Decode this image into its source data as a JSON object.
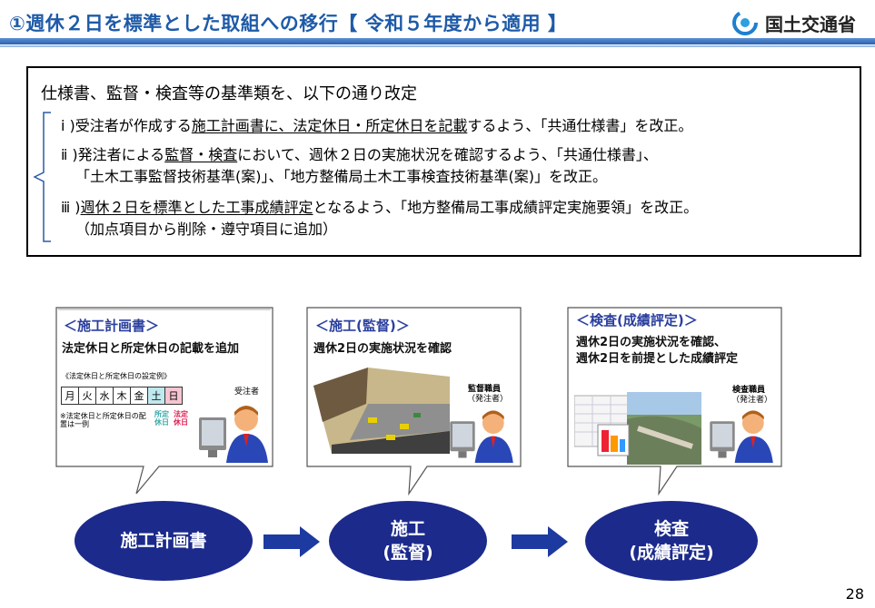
{
  "header": {
    "title": "①週休２日を標準とした取組への移行【 令和５年度から適用 】",
    "ministry": "国土交通省",
    "logo_icon": "mlit-logo-icon"
  },
  "rules": {
    "heading": "仕様書、監督・検査等の基準類を、以下の通り改定",
    "items": [
      {
        "prefix": "ⅰ )",
        "t1": "受注者が作成する",
        "u1": "施工計画書に、法定休日・所定休日を記載",
        "t2": "するよう、「共通仕様書」を改正。"
      },
      {
        "prefix": "ⅱ )",
        "t1": "発注者による",
        "u1": "監督・検査",
        "t2": "において、週休２日の実施状況を確認するよう、「共通仕様書」、",
        "line2": "「土木工事監督技術基準(案)」、「地方整備局土木工事検査技術基準(案)」を改正。"
      },
      {
        "prefix": "ⅲ )",
        "u1": "週休２日を標準とした工事成績評定",
        "t2": "となるよう、「地方整備局工事成績評定実施要領」を改正。",
        "line2": "（加点項目から削除・遵守項目に追加）"
      }
    ]
  },
  "panels": [
    {
      "title": "＜施工計画書＞",
      "subtitle": "法定休日と所定休日の記載を追加",
      "table_caption": "《法定休日と所定休日の設定例》",
      "days": [
        "月",
        "火",
        "水",
        "木",
        "金",
        "土",
        "日"
      ],
      "note": "※法定休日と所定休日の配置は一例",
      "label_sat": "所定休日",
      "label_sun": "法定休日",
      "person_label": "受注者"
    },
    {
      "title": "＜施工(監督)＞",
      "subtitle": "週休2日の実施状況を確認",
      "person_label": "監督職員",
      "person_sub": "（発注者）"
    },
    {
      "title": "＜検査(成績評定)＞",
      "subtitle1": "週休2日の実施状況を確認、",
      "subtitle2": "週休2日を前提とした成績評定",
      "person_label": "検査職員",
      "person_sub": "（発注者）"
    }
  ],
  "flow": [
    {
      "line1": "施工計画書",
      "line2": ""
    },
    {
      "line1": "施工",
      "line2": "(監督)"
    },
    {
      "line1": "検査",
      "line2": "(成績評定)"
    }
  ],
  "page_number": "28",
  "colors": {
    "title_blue": "#1e5aa8",
    "ellipse_navy": "#1c2a8c",
    "arrow_blue": "#1c3aa0",
    "sat_color": "#3aa8a8",
    "sun_color": "#e01a4f"
  }
}
